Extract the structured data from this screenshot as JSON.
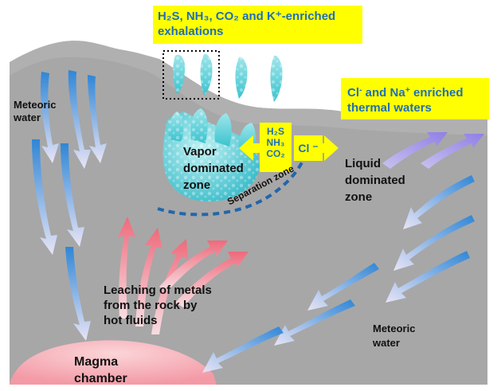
{
  "exhalations": {
    "species": [
      "H",
      "S",
      "NH",
      "3",
      "CO",
      "2",
      "K",
      "+"
    ],
    "text_line1": "H₂S, NH₃, CO₂ and K⁺-enriched",
    "text_line2": "exhalations"
  },
  "thermal": {
    "line1_a": "Cl",
    "line1_sup1": "-",
    "line1_b": " and Na",
    "line1_sup2": "+",
    "line1_c": " enriched",
    "line2": "thermal waters"
  },
  "gases": {
    "h2s": "H₂S",
    "nh3": "NH₃",
    "co2": "CO₂"
  },
  "chloride": "Cl ⁻",
  "labels": {
    "meteoric_left_1": "Meteoric",
    "meteoric_left_2": "water",
    "meteoric_right_1": "Meteoric",
    "meteoric_right_2": "water",
    "vapor_1": "Vapor",
    "vapor_2": "dominated",
    "vapor_3": "zone",
    "liquid_1": "Liquid",
    "liquid_2": "dominated",
    "liquid_3": "zone",
    "separation": "Separation zone",
    "leach_1": "Leaching of metals",
    "leach_2": "from the rock by",
    "leach_3": "hot fluids",
    "magma_1": "Magma",
    "magma_2": "chamber"
  },
  "colors": {
    "rock": "#a7a7a7",
    "label_box": "#ffff00",
    "label_text": "#1f6fb8",
    "cold_arrow": "#2f86d6",
    "hot_arrow": "#f06b7a",
    "magma": "#f7b6be",
    "vapor_cloud": "#3bc3cf",
    "separation_line": "#2266aa"
  }
}
